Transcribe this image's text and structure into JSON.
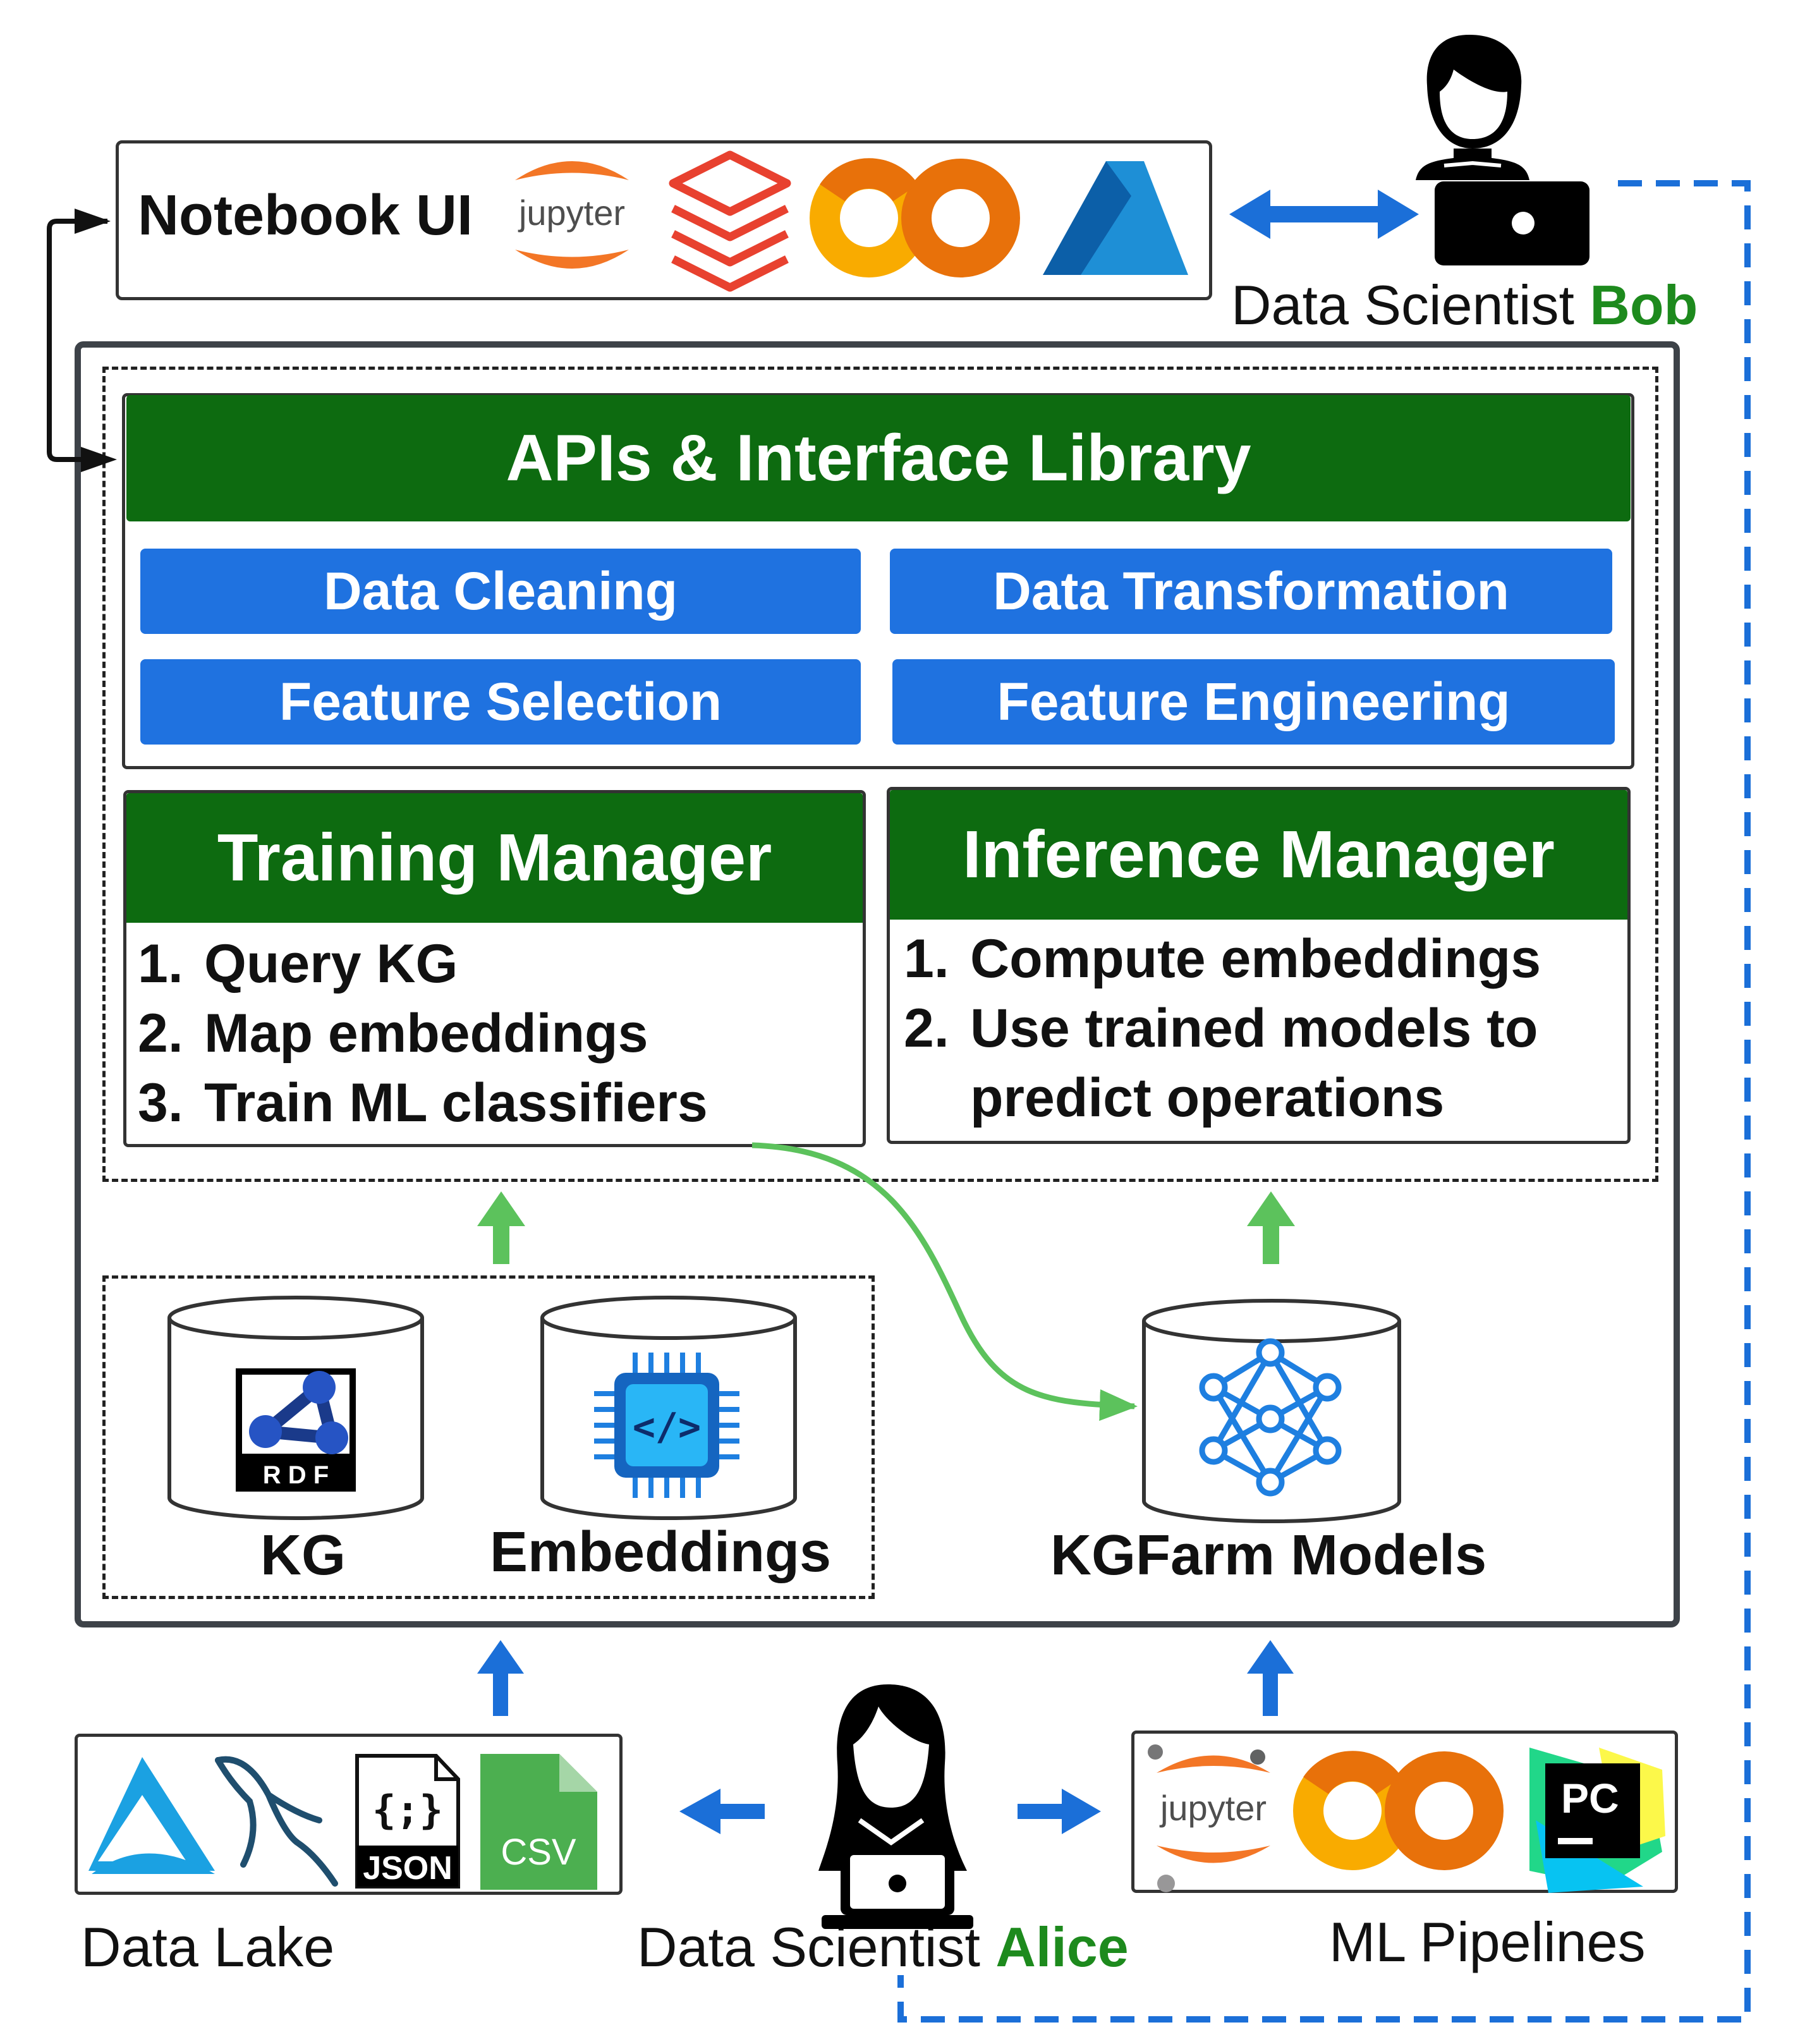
{
  "notebook": {
    "label": "Notebook UI",
    "tools": [
      "jupyter-logo",
      "databricks-logo",
      "colab-logo",
      "azure-logo"
    ],
    "jupyter_text": "jupyter",
    "colab_text": "CO"
  },
  "bob": {
    "prefix": "Data Scientist ",
    "name": "Bob"
  },
  "api_library": {
    "title": "APIs & Interface Library",
    "operations": [
      "Data Cleaning",
      "Data Transformation",
      "Feature Selection",
      "Feature Engineering"
    ]
  },
  "training_manager": {
    "title": "Training Manager",
    "steps": [
      {
        "num": "1.",
        "text": "Query KG"
      },
      {
        "num": "2.",
        "text": "Map embeddings"
      },
      {
        "num": "3.",
        "text": "Train ML classifiers"
      }
    ]
  },
  "inference_manager": {
    "title": "Inference Manager",
    "steps": [
      {
        "num": "1.",
        "text": "Compute embeddings"
      },
      {
        "num": "2.",
        "text": "Use trained models to predict operations"
      }
    ]
  },
  "stores": {
    "kg": {
      "label": "KG",
      "icon": "rdf-icon",
      "rdf_text": "R D F"
    },
    "embeddings": {
      "label": "Embeddings",
      "icon": "chip-code-icon",
      "code_text": "</>"
    },
    "models": {
      "label": "KGFarm Models",
      "icon": "neural-network-icon"
    }
  },
  "data_lake": {
    "label": "Data Lake",
    "icons": [
      "azure-data-lake-icon",
      "mysql-dolphin-icon",
      "json-file-icon",
      "csv-file-icon"
    ],
    "json_text": "JSON",
    "json_braces": "{;}",
    "csv_text": "CSV"
  },
  "alice": {
    "prefix": "Data Scientist ",
    "name": "Alice"
  },
  "ml_pipelines": {
    "label": "ML Pipelines",
    "icons": [
      "jupyter-logo",
      "colab-logo",
      "pycharm-logo"
    ],
    "jupyter_text": "jupyter",
    "colab_text": "CO",
    "pycharm_text": "PC"
  },
  "colors": {
    "header_green": "#0d6b10",
    "button_blue": "#1f72e0",
    "arrow_green": "#5cc25c",
    "arrow_blue": "#1b6fd8",
    "name_green": "#1d8a1d",
    "dashed_blue": "#1b6fd8"
  }
}
